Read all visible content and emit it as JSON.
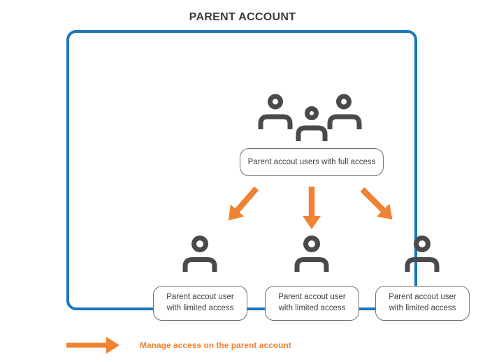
{
  "title": "PARENT ACCOUNT",
  "diagram": {
    "full_access_box": {
      "label": "Parent accout users with full access"
    },
    "limited_boxes": [
      {
        "label": "Parent accout user with limited access"
      },
      {
        "label": "Parent accout user with limited access"
      },
      {
        "label": "Parent accout user with limited access"
      }
    ],
    "icons": {
      "top_group": "users-group-icon",
      "single_user": "user-icon",
      "arrows": [
        "arrow-down-left-icon",
        "arrow-down-icon",
        "arrow-down-right-icon"
      ]
    }
  },
  "legend": {
    "arrow_icon": "arrow-right-icon",
    "label": "Manage access on the parent account"
  },
  "colors": {
    "container_border": "#1b75bb",
    "arrow_orange": "#ef8331",
    "icon_gray": "#4a4a4d",
    "box_border": "#707073",
    "text_dark": "#3f4042"
  }
}
